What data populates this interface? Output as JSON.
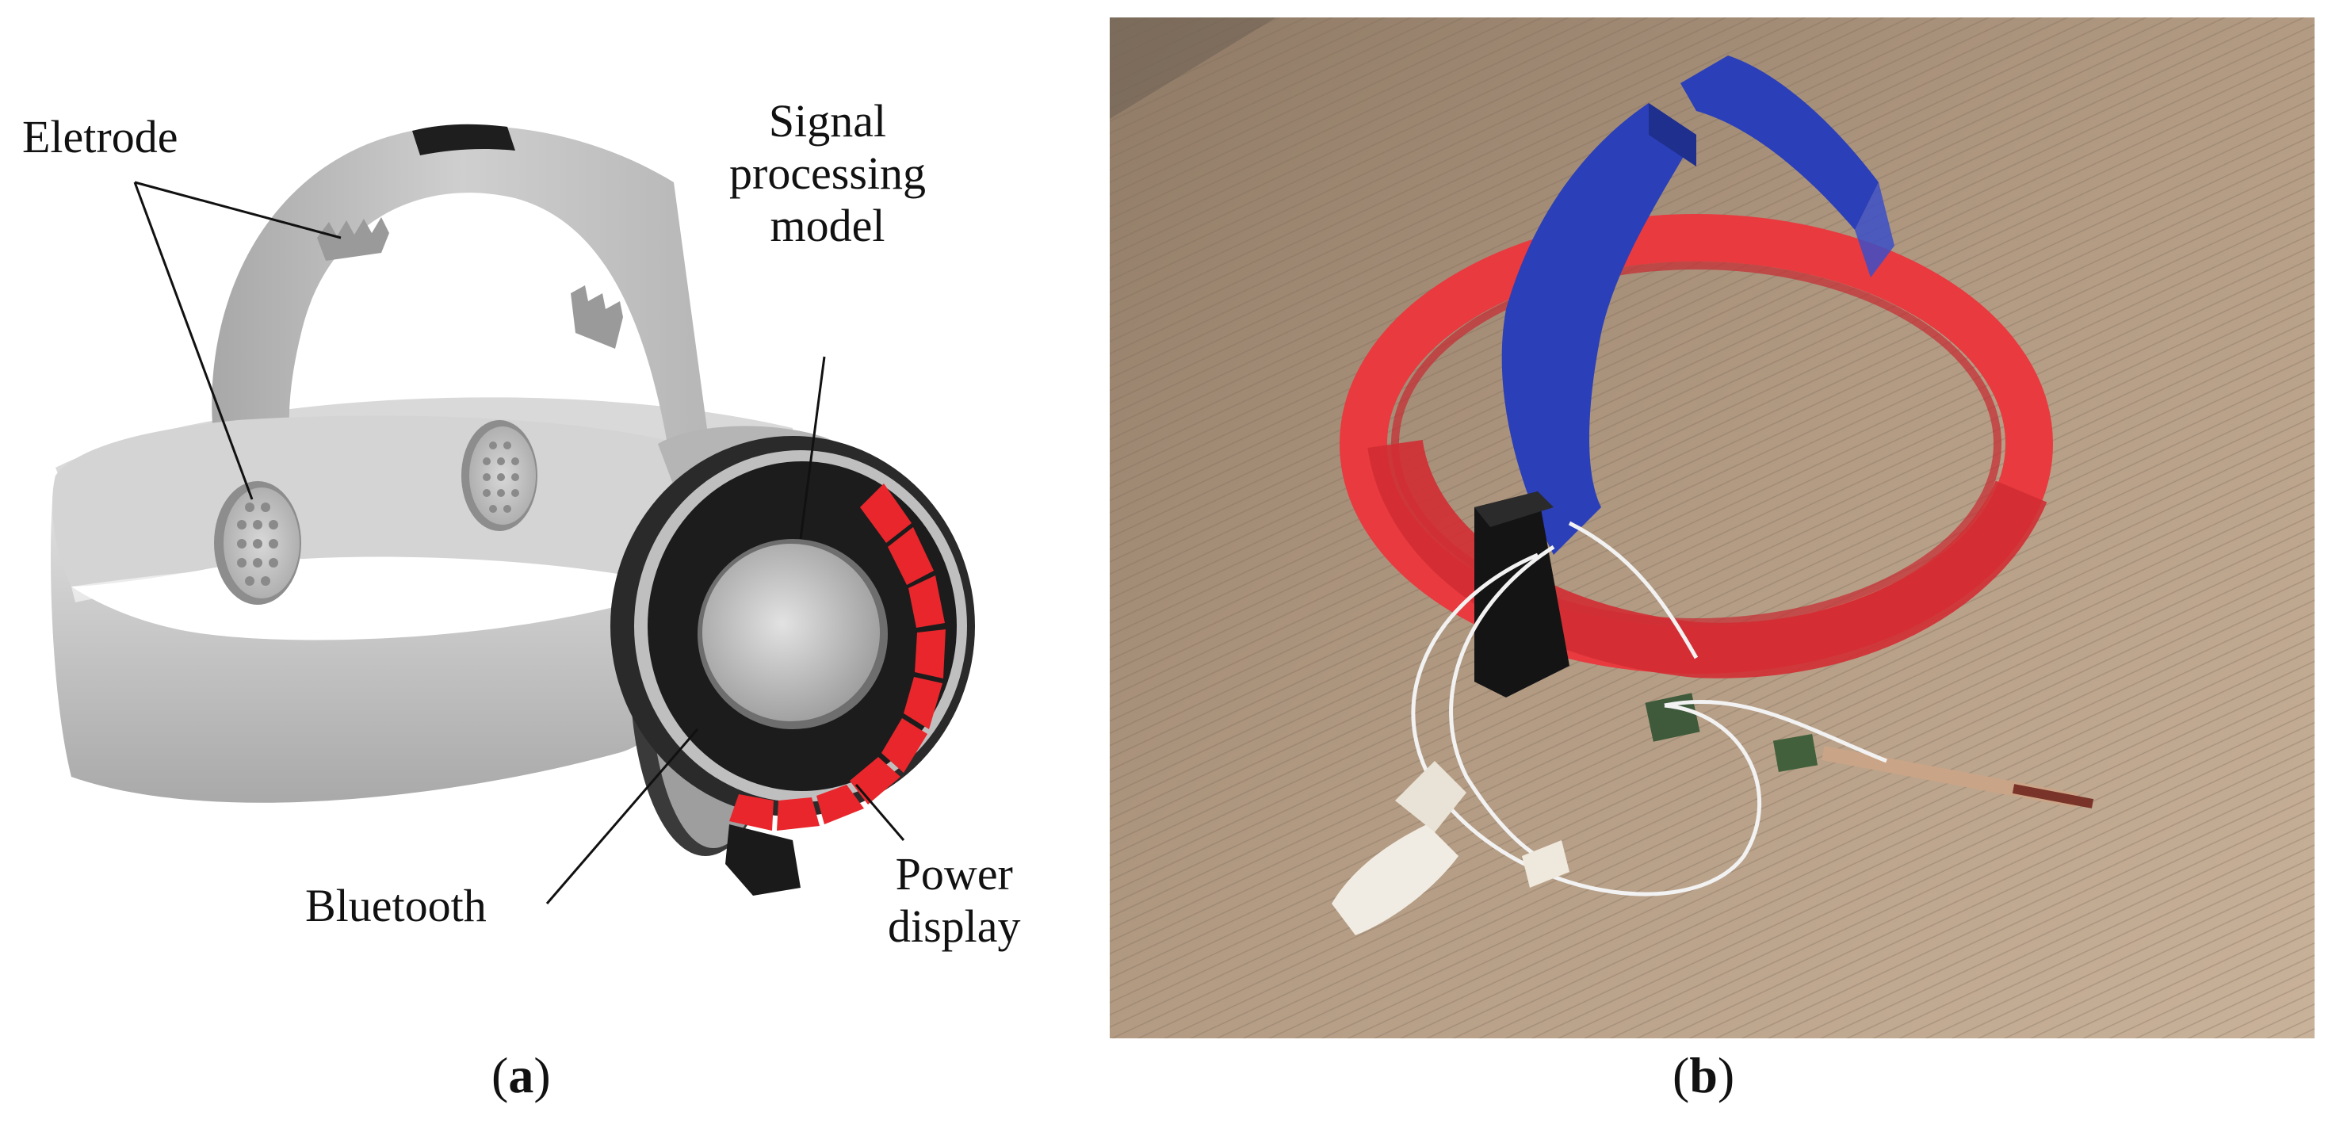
{
  "figure": {
    "panel_a": {
      "label_open": "(",
      "label_letter": "a",
      "label_close": ")",
      "callouts": {
        "electrode": "Eletrode",
        "signal_line1": "Signal",
        "signal_line2": "processing",
        "signal_line3": "model",
        "bluetooth": "Bluetooth",
        "power_line1": "Power",
        "power_line2": "display"
      }
    },
    "panel_b": {
      "label_open": "(",
      "label_letter": "b",
      "label_close": ")"
    },
    "colors": {
      "led_red": "#e8262b",
      "band_grey": "#c9c9c9",
      "band_red": "#e83a3f",
      "band_blue": "#2b3fb8",
      "wood": "#a58d74"
    }
  }
}
